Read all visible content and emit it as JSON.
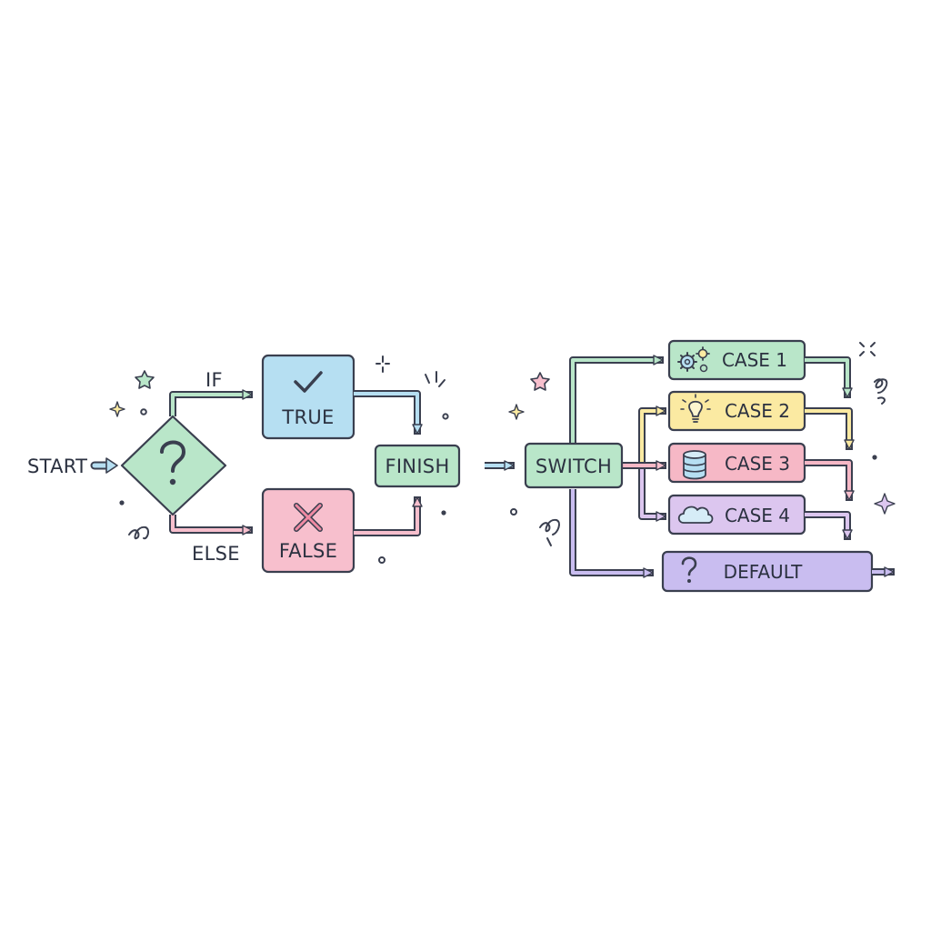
{
  "colors": {
    "green": "#b9e6c9",
    "blue": "#b6dff2",
    "pink": "#f7bfcd",
    "yellow": "#fbeaa2",
    "red": "#f6b8c6",
    "lavender": "#dcc6ef",
    "purple": "#c9bdf0",
    "ink": "#3a3f4f"
  },
  "if_else": {
    "start_label": "START",
    "if_label": "IF",
    "else_label": "ELSE",
    "true_label": "TRUE",
    "false_label": "FALSE",
    "finish_label": "FINISH",
    "decision_icon": "question-icon",
    "true_icon": "check-icon",
    "false_icon": "cross-icon"
  },
  "switch": {
    "switch_label": "SWITCH",
    "cases": [
      {
        "label": "CASE 1",
        "icon": "gears-icon"
      },
      {
        "label": "CASE 2",
        "icon": "lightbulb-icon"
      },
      {
        "label": "CASE 3",
        "icon": "database-icon"
      },
      {
        "label": "CASE 4",
        "icon": "cloud-icon"
      }
    ],
    "default_label": "DEFAULT",
    "default_icon": "question-icon"
  }
}
